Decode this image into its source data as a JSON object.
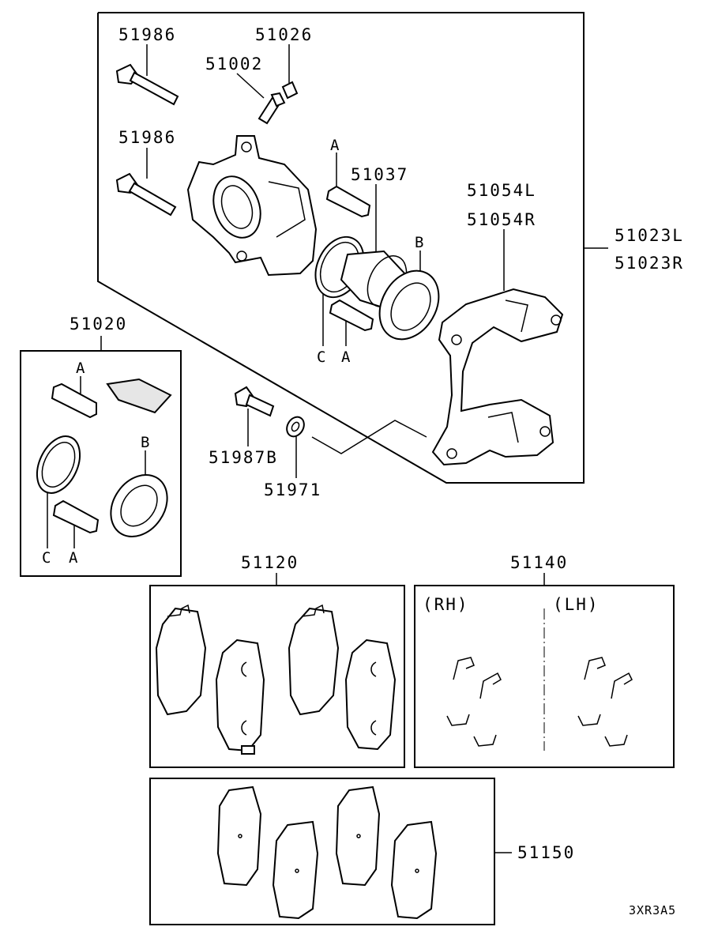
{
  "labels": {
    "p51986_top": "51986",
    "p51026": "51026",
    "p51002": "51002",
    "p51986_mid": "51986",
    "ref_a_1": "A",
    "p51037": "51037",
    "p51054l": "51054L",
    "p51054r": "51054R",
    "p51023l": "51023L",
    "p51023r": "51023R",
    "ref_b_1": "B",
    "ref_c_1": "C",
    "ref_a_2": "A",
    "p51020": "51020",
    "kit_a_1": "A",
    "kit_b": "B",
    "kit_c": "C",
    "kit_a_2": "A",
    "p51987b": "51987B",
    "p51971": "51971",
    "p51120": "51120",
    "p51140": "51140",
    "rh": "(RH)",
    "lh": "(LH)",
    "p51150": "51150",
    "diagram_code": "3XR3A5"
  }
}
